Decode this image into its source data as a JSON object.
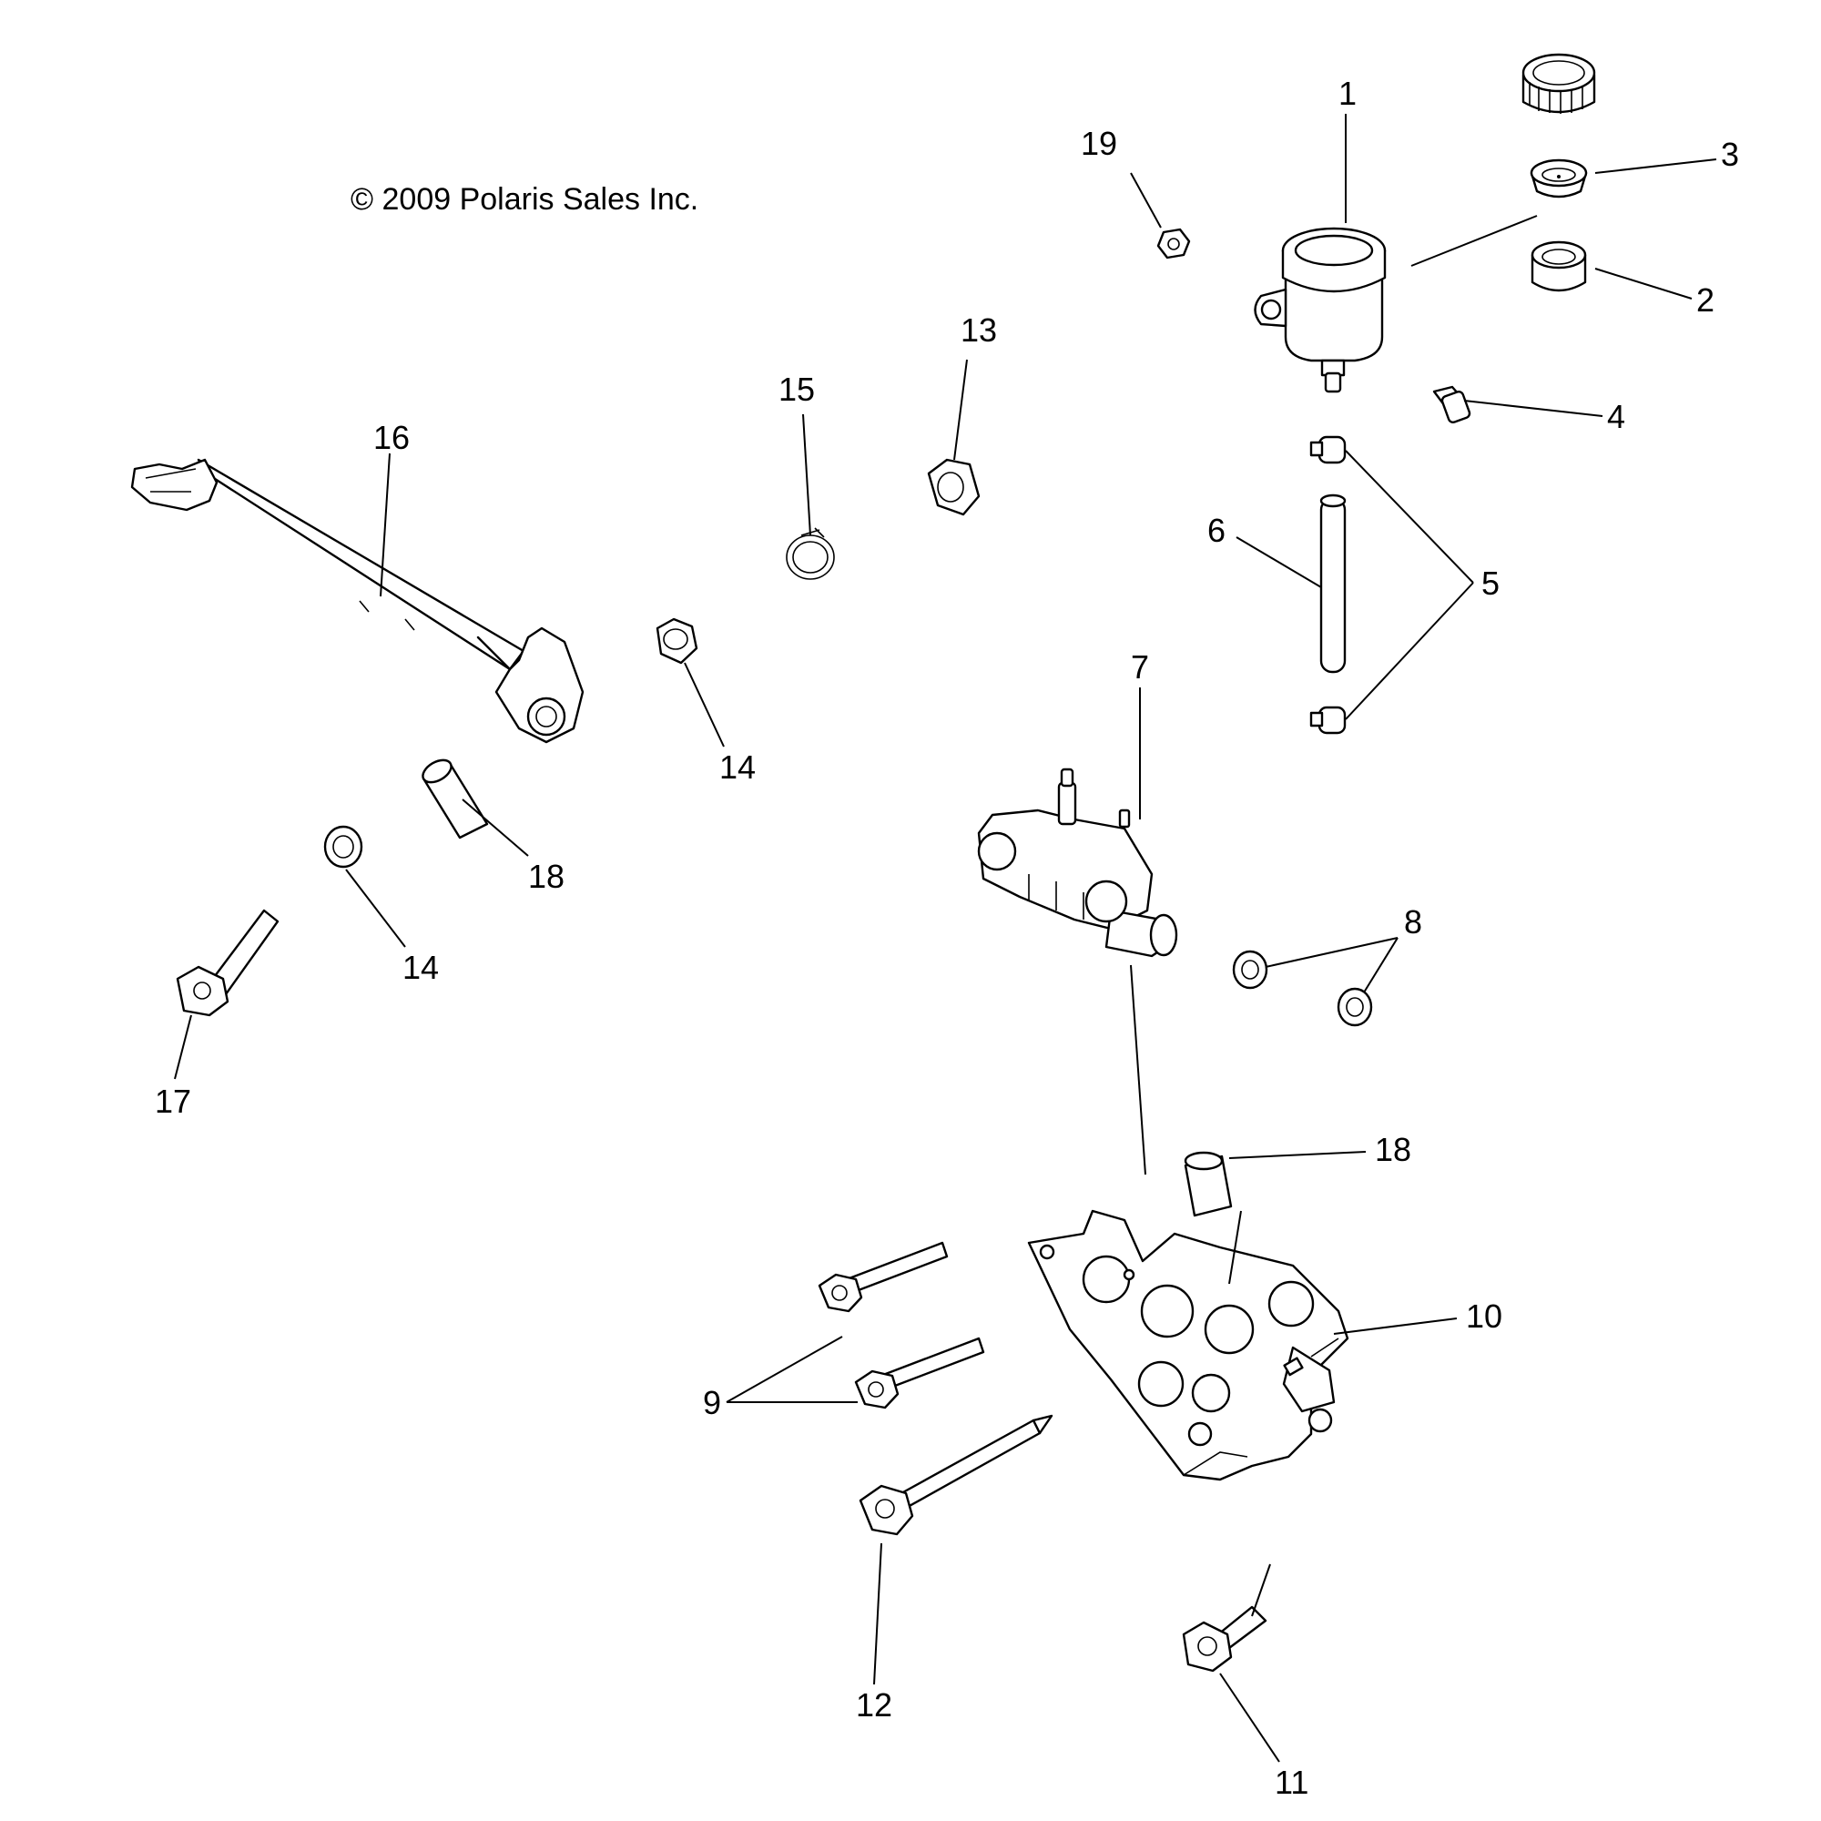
{
  "copyright": "© 2009 Polaris Sales Inc.",
  "callouts": {
    "c1": "1",
    "c2": "2",
    "c3": "3",
    "c4": "4",
    "c5": "5",
    "c6": "6",
    "c7": "7",
    "c8": "8",
    "c9": "9",
    "c10": "10",
    "c11": "11",
    "c12": "12",
    "c13": "13",
    "c14a": "14",
    "c14b": "14",
    "c15": "15",
    "c16": "16",
    "c17": "17",
    "c18a": "18",
    "c18b": "18",
    "c19": "19"
  }
}
